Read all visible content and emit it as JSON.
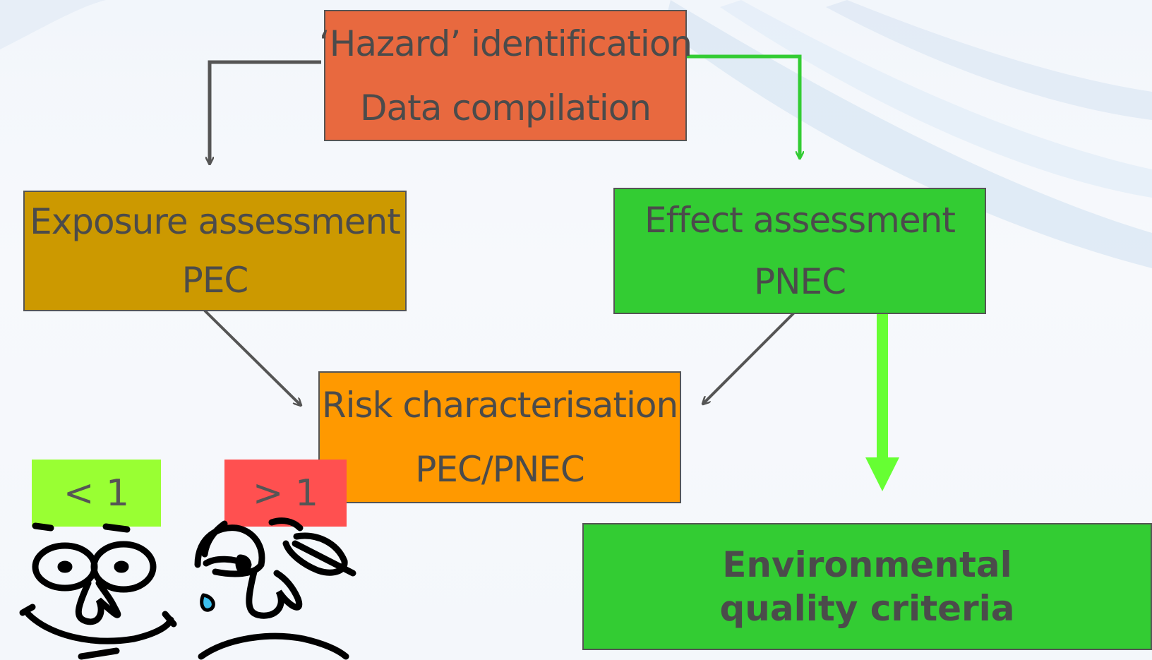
{
  "boxes": {
    "hazard": {
      "line1": "‘Hazard’ identification",
      "line2": "Data compilation",
      "color": "#e8693f"
    },
    "exposure": {
      "line1": "Exposure assessment",
      "line2": "PEC",
      "color": "#cc9900"
    },
    "effect": {
      "line1": "Effect assessment",
      "line2": "PNEC",
      "color": "#33cc33"
    },
    "risk": {
      "line1": "Risk characterisation",
      "line2": "PEC/PNEC",
      "color": "#ff9900"
    },
    "eqc": {
      "text": "Environmental quality criteria",
      "color": "#33cc33"
    }
  },
  "badges": {
    "less": {
      "text": "< 1",
      "color": "#99ff33"
    },
    "greater": {
      "text": "> 1",
      "color": "#ff5050"
    }
  },
  "faces": {
    "happy": "happy-face-icon",
    "sad": "sad-face-icon"
  },
  "arrow_colors": {
    "grey": "#555555",
    "green": "#33cc33",
    "bright_green": "#66ff33"
  }
}
